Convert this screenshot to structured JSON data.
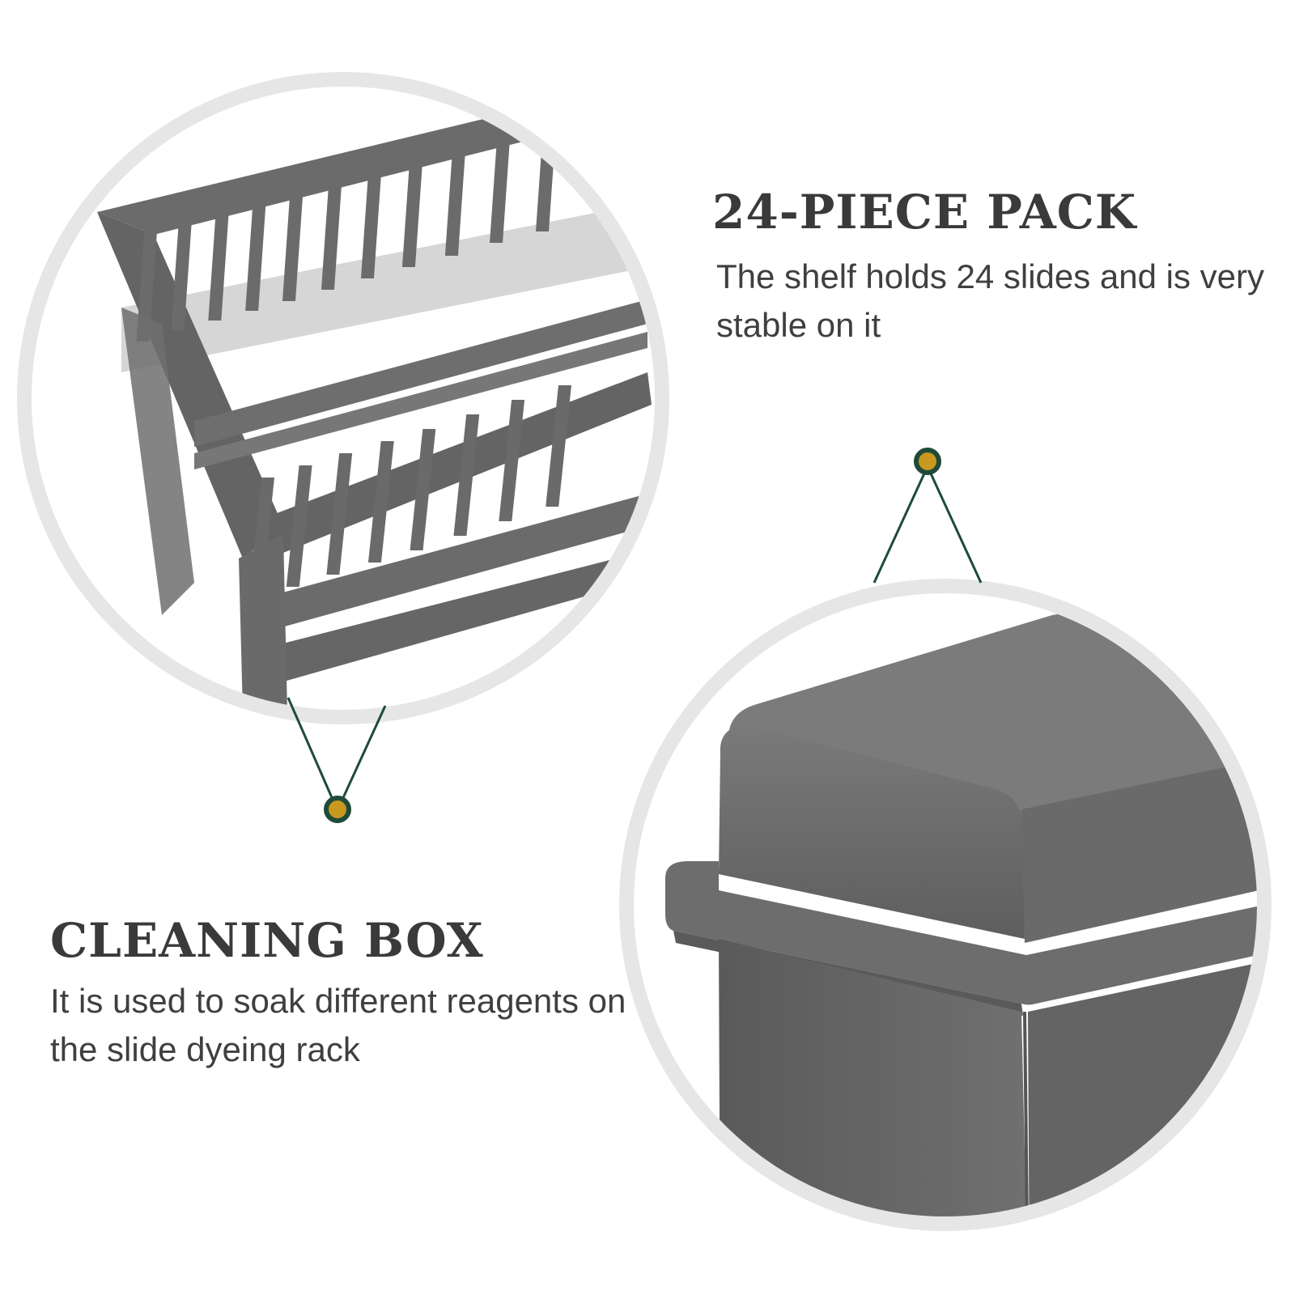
{
  "features": [
    {
      "title": "24-PIECE PACK",
      "description": "The shelf holds 24 slides and is very stable on it",
      "image_icon": "slide-rack-closeup"
    },
    {
      "title": "CLEANING BOX",
      "description": "It is used to soak different reagents on the slide dyeing rack",
      "image_icon": "staining-box-closeup"
    }
  ],
  "colors": {
    "background": "#ffffff",
    "circle_ring": "#e6e6e6",
    "product_gray": "#6b6b6b",
    "connector_line": "#1f4a3a",
    "dot_fill": "#c9981f",
    "heading_text": "#3a3a3a",
    "body_text": "#3f3f3f"
  }
}
